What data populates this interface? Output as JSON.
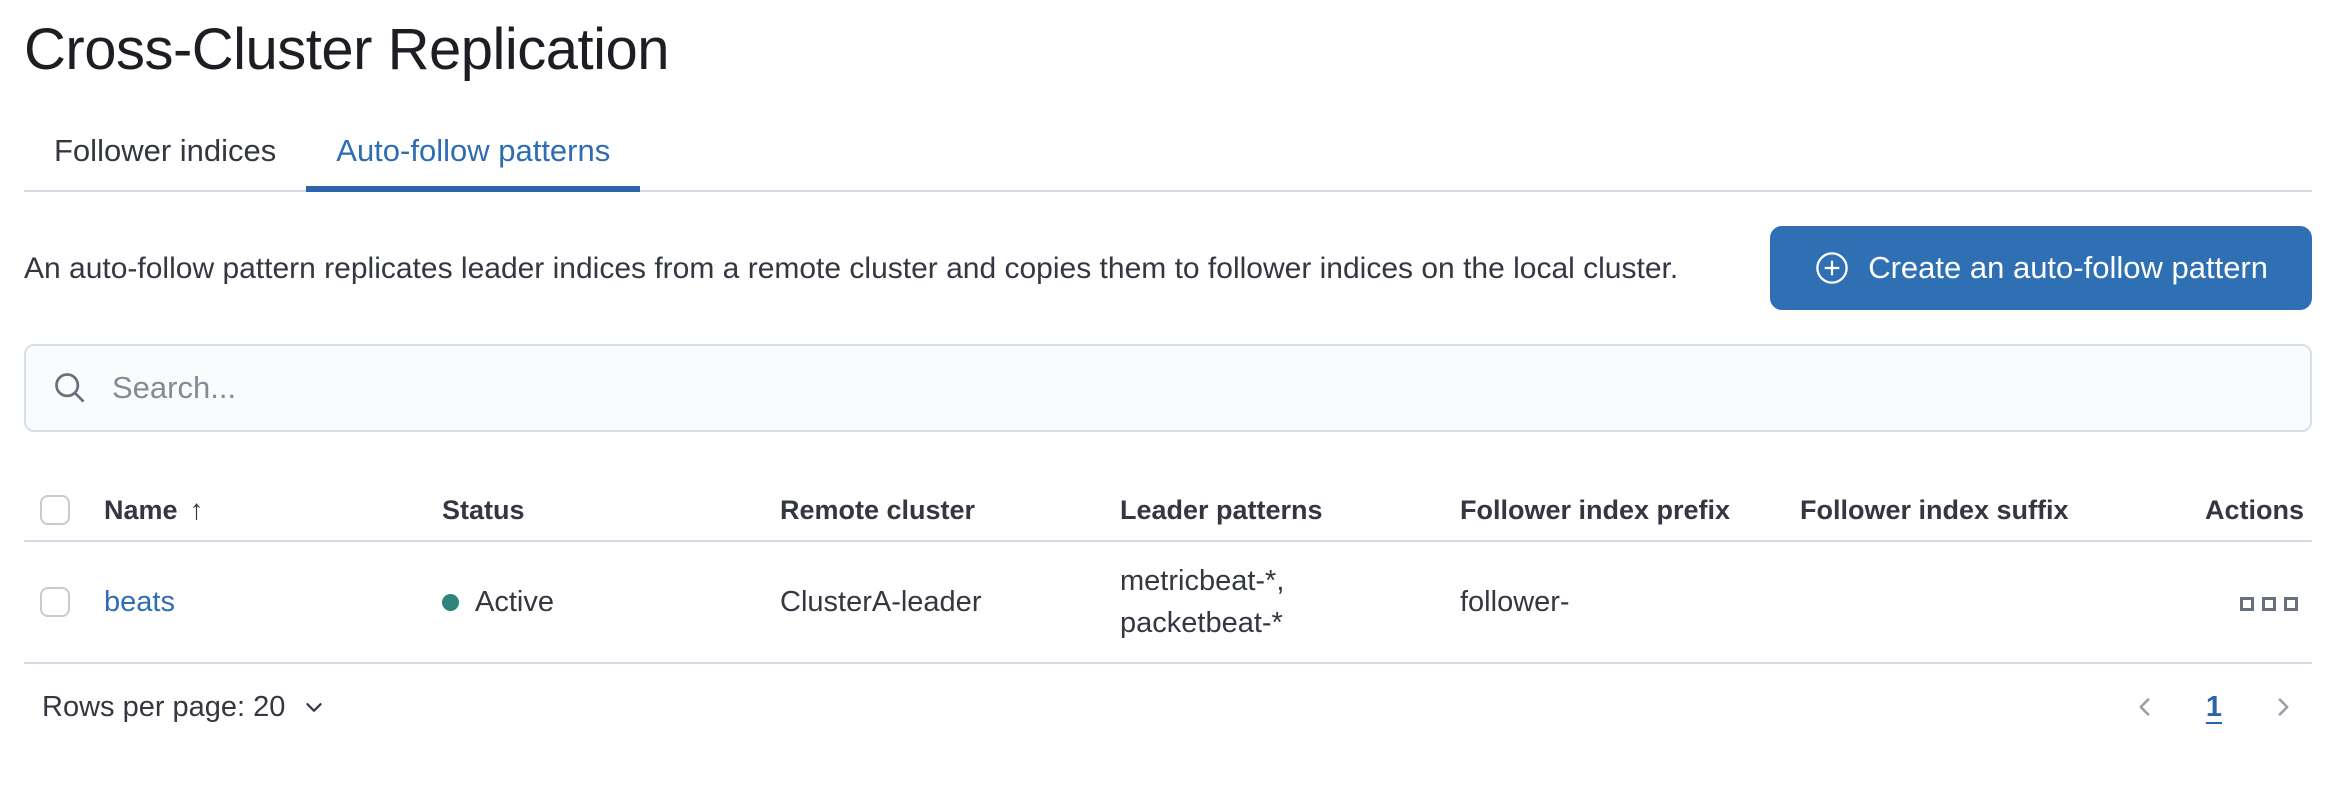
{
  "page": {
    "title": "Cross-Cluster Replication"
  },
  "tabs": {
    "follower_indices": "Follower indices",
    "auto_follow_patterns": "Auto-follow patterns",
    "active_tab": "Auto-follow patterns"
  },
  "intro": {
    "description": "An auto-follow pattern replicates leader indices from a remote cluster and copies them to follower indices on the local cluster.",
    "create_button_label": "Create an auto-follow pattern"
  },
  "search": {
    "placeholder": "Search..."
  },
  "table": {
    "headers": {
      "name": "Name",
      "status": "Status",
      "remote_cluster": "Remote cluster",
      "leader_patterns": "Leader patterns",
      "follower_index_prefix": "Follower index prefix",
      "follower_index_suffix": "Follower index suffix",
      "actions": "Actions"
    },
    "sort": {
      "column": "Name",
      "direction": "ascending",
      "arrow": "↑"
    },
    "rows": [
      {
        "name": "beats",
        "status": "Active",
        "remote_cluster": "ClusterA-leader",
        "leader_patterns": "metricbeat-*, packetbeat-*",
        "follower_index_prefix": "follower-",
        "follower_index_suffix": ""
      }
    ]
  },
  "pagination": {
    "rows_per_page_label": "Rows per page: 20",
    "current_page": "1"
  },
  "colors": {
    "primary_blue": "#2e6db4",
    "button_blue": "#2f70b5",
    "active_tab_underline": "#2b64ab",
    "success_green": "#2e8478",
    "border_gray": "#d3dae6",
    "text_dark": "#343741",
    "icon_gray": "#69707d"
  }
}
